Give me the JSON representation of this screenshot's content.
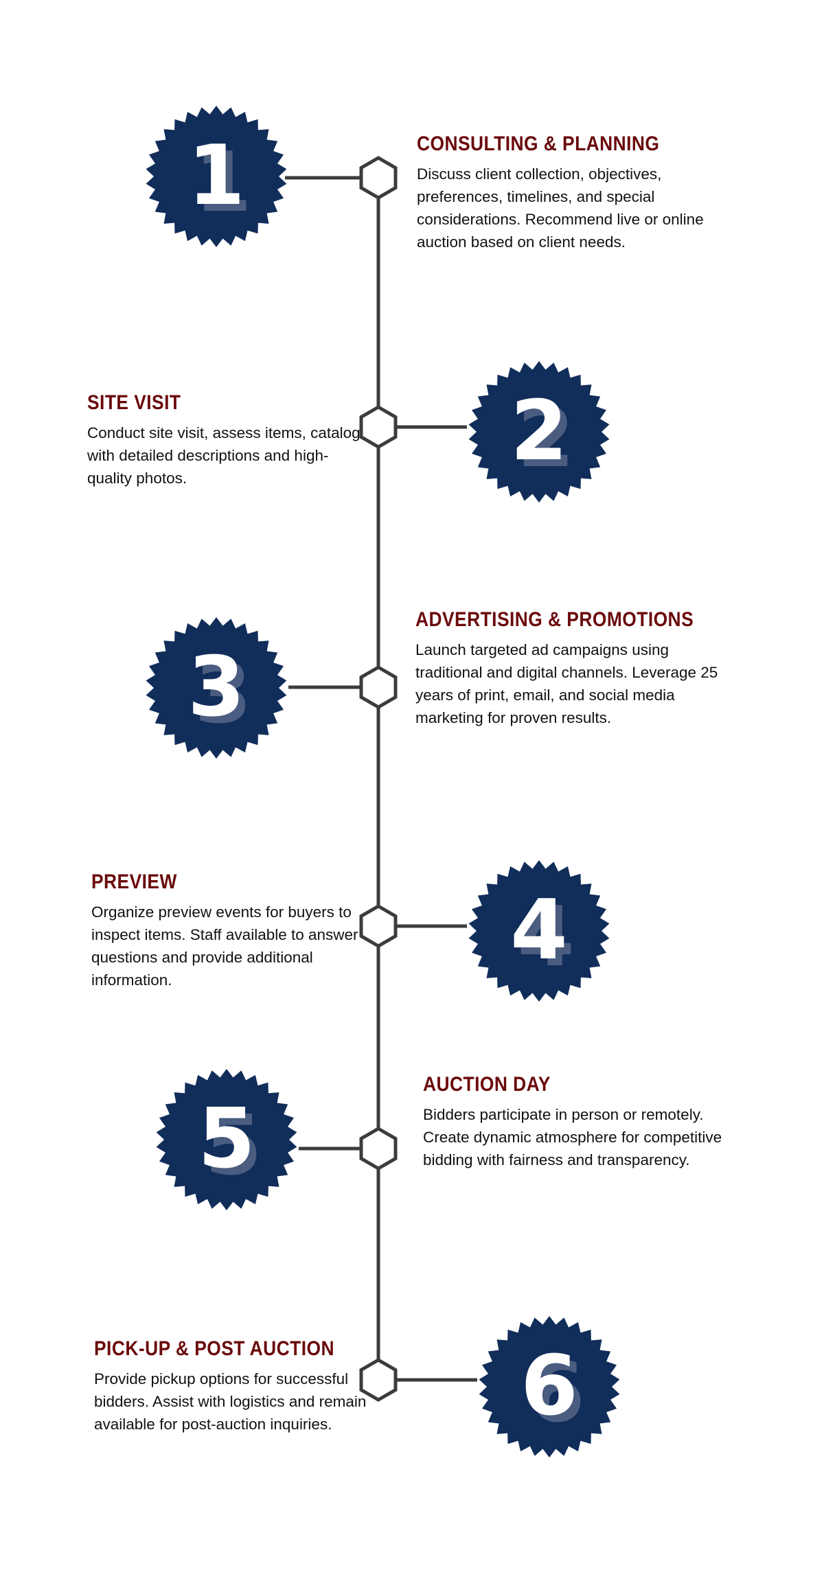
{
  "colors": {
    "badge": "#112d5a",
    "title": "#6a0a0c",
    "line": "#3c3c3c"
  },
  "steps": [
    {
      "number": "1",
      "title": "CONSULTING & PLANNING",
      "body": "Discuss client collection, objectives, preferences, timelines, and special considerations. Recommend live or online auction based on client needs."
    },
    {
      "number": "2",
      "title": "SITE VISIT",
      "body": "Conduct site visit, assess items, catalog with detailed descriptions and high-quality photos."
    },
    {
      "number": "3",
      "title": "ADVERTISING & PROMOTIONS",
      "body": "Launch targeted ad campaigns using traditional and digital channels. Leverage 25 years of print, email, and social media marketing for proven results."
    },
    {
      "number": "4",
      "title": "PREVIEW",
      "body": "Organize preview events for buyers to inspect items. Staff available to answer questions and provide additional information."
    },
    {
      "number": "5",
      "title": "AUCTION DAY",
      "body": "Bidders participate in person or remotely. Create dynamic atmosphere for competitive bidding with fairness and transparency."
    },
    {
      "number": "6",
      "title": "PICK-UP & POST AUCTION",
      "body": "Provide pickup options for successful bidders. Assist with logistics and remain available for post-auction inquiries."
    }
  ]
}
